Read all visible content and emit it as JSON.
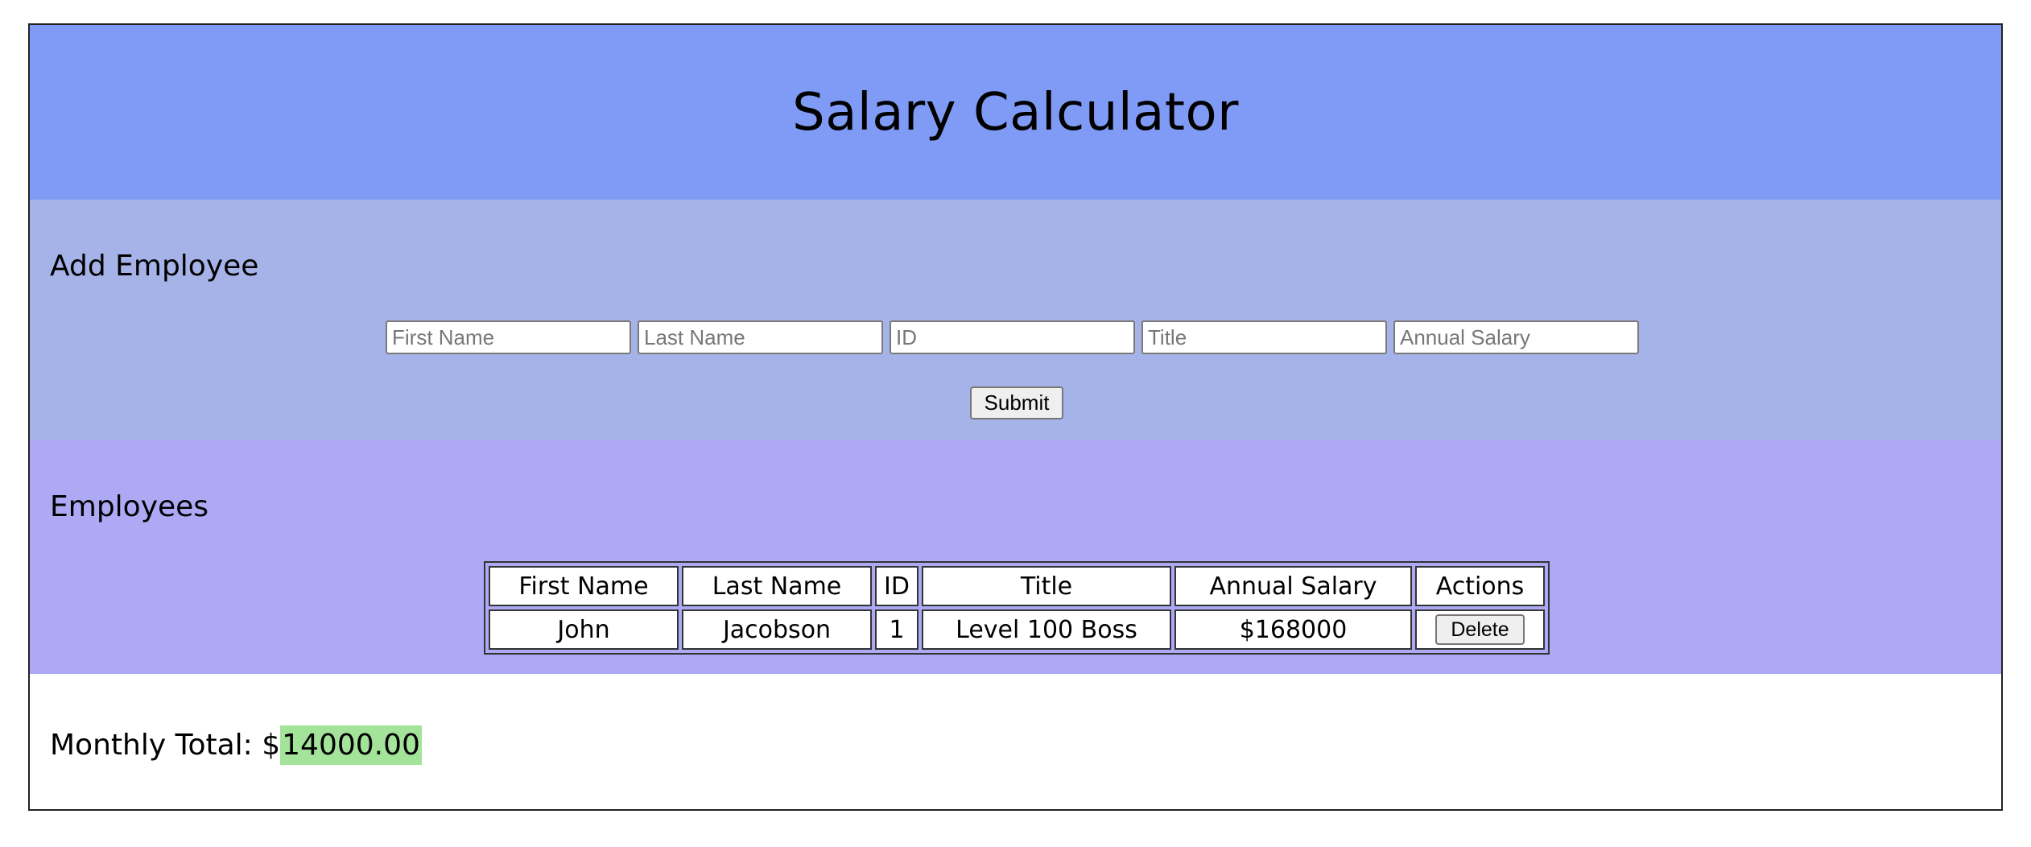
{
  "header": {
    "title": "Salary Calculator"
  },
  "add_employee": {
    "heading": "Add Employee",
    "inputs": [
      {
        "placeholder": "First Name",
        "value": ""
      },
      {
        "placeholder": "Last Name",
        "value": ""
      },
      {
        "placeholder": "ID",
        "value": ""
      },
      {
        "placeholder": "Title",
        "value": ""
      },
      {
        "placeholder": "Annual Salary",
        "value": ""
      }
    ],
    "submit_label": "Submit"
  },
  "employees": {
    "heading": "Employees",
    "columns": [
      "First Name",
      "Last Name",
      "ID",
      "Title",
      "Annual Salary",
      "Actions"
    ],
    "rows": [
      {
        "first_name": "John",
        "last_name": "Jacobson",
        "id": "1",
        "title": "Level 100 Boss",
        "annual_salary": "$168000",
        "action_label": "Delete"
      }
    ]
  },
  "total": {
    "label": "Monthly Total: $",
    "value": "14000.00",
    "highlight_color": "#a3e39a"
  },
  "colors": {
    "header_bg": "#7f9bf5",
    "add_section_bg": "#a6b3e8",
    "employees_section_bg": "#ada9f5"
  }
}
